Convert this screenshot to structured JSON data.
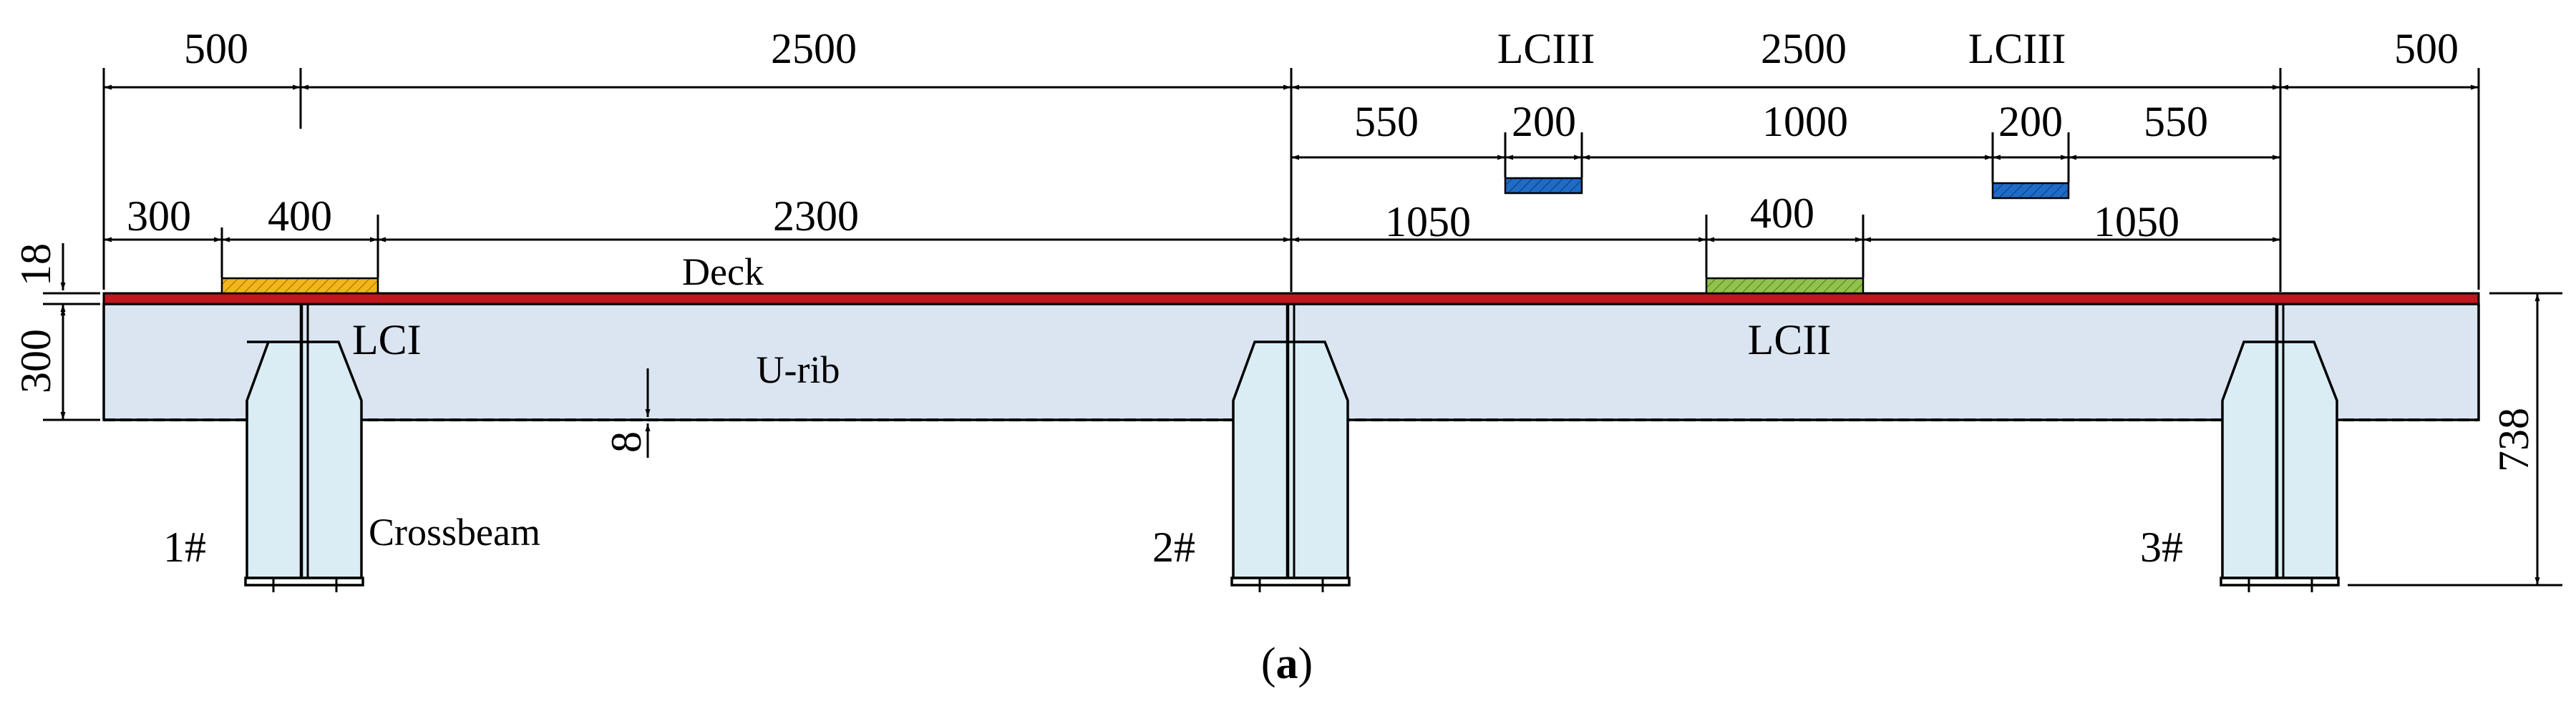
{
  "dimensions": {
    "top_left": "500",
    "top_mid": "2500",
    "top_right_span": "2500",
    "top_right": "500",
    "lc3_left_label": "LCIII",
    "lc3_right_label": "LCIII",
    "row2_a": "550",
    "row2_b": "200",
    "row2_c": "1000",
    "row2_d": "200",
    "row2_e": "550",
    "row3_a": "300",
    "row3_b": "400",
    "row3_c": "2300",
    "row3_d": "1050",
    "row3_e": "400",
    "row3_f": "1050",
    "deck_thickness": "18",
    "rib_height": "300",
    "rib_thickness": "8",
    "total_height": "738"
  },
  "labels": {
    "deck": "Deck",
    "urib": "U-rib",
    "lc1": "LCI",
    "lc2": "LCII",
    "crossbeam": "Crossbeam",
    "beam1": "1#",
    "beam2": "2#",
    "beam3": "3#"
  },
  "caption": {
    "open": "(",
    "letter": "a",
    "close": ")"
  },
  "colors": {
    "deck": "#c0161d",
    "urib_fill": "#dbe5f1",
    "crossbeam_fill": "#daedf4",
    "lc1_fill": "#f3b51b",
    "lc2_fill": "#92c24c",
    "lc3_fill": "#1f6bc6"
  }
}
